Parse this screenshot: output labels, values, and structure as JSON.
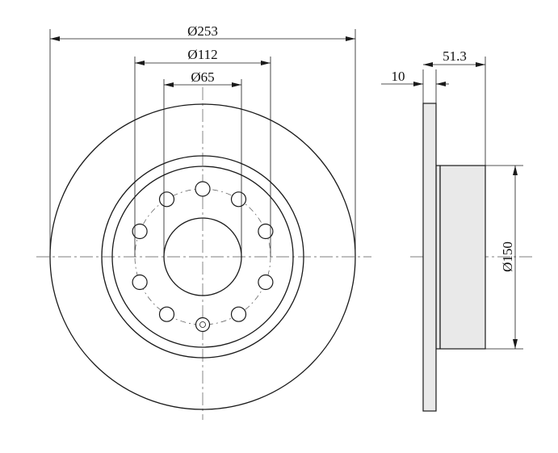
{
  "dimensions": {
    "outer_diameter": "Ø253",
    "bolt_circle_diameter": "Ø112",
    "center_bore_diameter": "Ø65",
    "thickness": "10",
    "total_height": "51.3",
    "hub_diameter": "Ø150"
  },
  "colors": {
    "line": "#1a1a1a",
    "center_line": "#555555",
    "side_shading": "#e9e9e9"
  },
  "parts": {
    "bolt_hole_count": 10
  }
}
